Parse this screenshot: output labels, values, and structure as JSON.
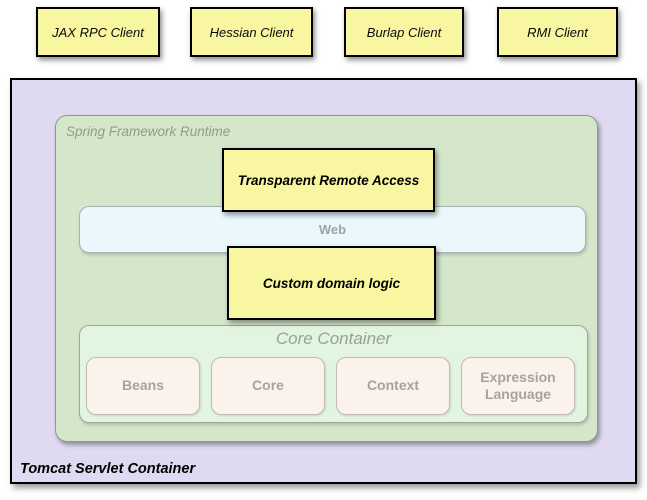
{
  "clients": [
    {
      "label": "JAX RPC Client"
    },
    {
      "label": "Hessian Client"
    },
    {
      "label": "Burlap Client"
    },
    {
      "label": "RMI Client"
    }
  ],
  "tomcat": {
    "label": "Tomcat Servlet Container"
  },
  "runtime": {
    "label": "Spring Framework Runtime",
    "transparent_remote_access": "Transparent Remote Access",
    "web": "Web",
    "custom_domain_logic": "Custom domain logic",
    "core_container": {
      "label": "Core Container",
      "modules": [
        "Beans",
        "Core",
        "Context",
        "Expression Language"
      ]
    }
  },
  "colors": {
    "c-yellow": "#F9F6A2",
    "c-lavender": "#DFDAF2",
    "c-runtime": "#D5E7CB",
    "c-web": "#EAF7FB",
    "c-core": "#E1F5E0",
    "c-module": "#FBF2EC",
    "c-runtime-label": "#8E9B8E",
    "c-gray-label": "#9AA5AA",
    "c-core-label": "#98A29A",
    "c-module-label": "#A8A29E"
  }
}
